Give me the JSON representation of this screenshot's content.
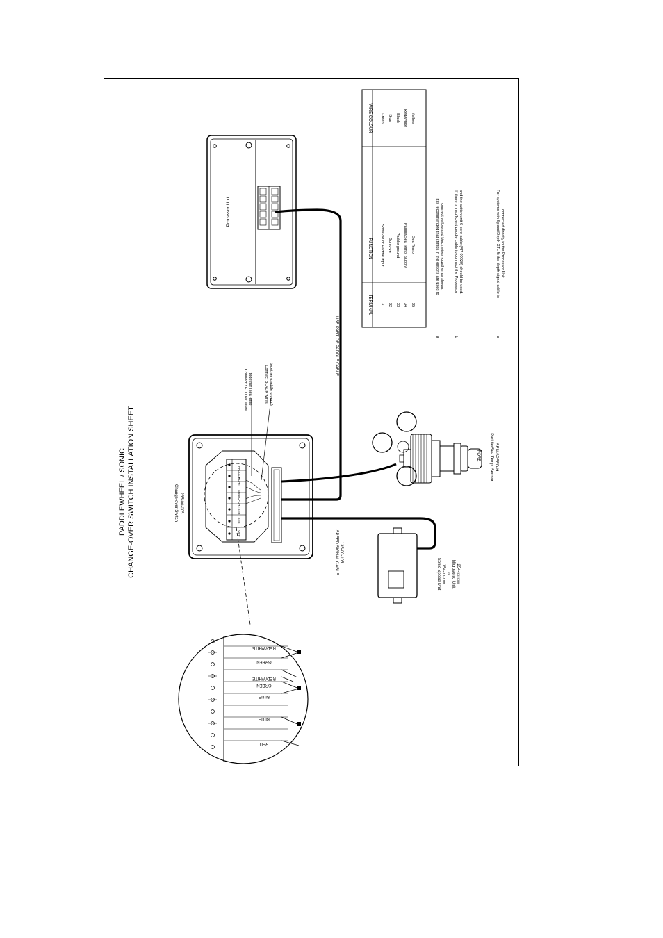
{
  "title": {
    "line1": "PADDLEWHEEL / SONIC",
    "line2": "CHANGE-OVER SWITCH INSTALLATION SHEET"
  },
  "processor": {
    "label": "Processor Unit"
  },
  "switch": {
    "label": "Change-over Switch",
    "part": "235-00-005",
    "terminals": [
      "PADDLE",
      "PORT",
      "SONIC",
      "PORT",
      "STB",
      "STB",
      "OFF"
    ]
  },
  "notes_callouts": {
    "yellow": [
      "Connect YELLOW wires",
      "together (seaTemp)"
    ],
    "black": [
      "Connect BLACK wires",
      "together (paddle ground)"
    ]
  },
  "cables": {
    "paddle": "USE PART OF PADDLE CABLE",
    "speed_signal": [
      "SPEED SIGNAL CABLE",
      "135-00-105"
    ]
  },
  "sonic_unit": {
    "lines": [
      "Sonic Speed Unit",
      "154-xx-xxx",
      "or",
      "Microsonic Unit",
      "254-xx-xxx"
    ]
  },
  "sensor": {
    "label": [
      "Paddle/Sea Temp. Sensor",
      "SEN-SPEED-H"
    ],
    "tag": "FORE"
  },
  "detail_wires": [
    "RED/WHITE",
    "GREEN",
    "RED/WHITE",
    "GREEN",
    "BLUE",
    "BLUE",
    "RED"
  ],
  "table": {
    "headers": [
      "TERMINAL",
      "FUNCTION",
      "WIRE COLOUR"
    ],
    "rows": [
      [
        "31",
        "Sonic-ve or Paddle input",
        "Green"
      ],
      [
        "32",
        "Sonic-ve",
        "Blue"
      ],
      [
        "33",
        "Paddle ground",
        "Black"
      ],
      [
        "34",
        "Paddle/Sea Temp. Supply",
        "Red/White"
      ],
      [
        "35",
        "Sea Temp.",
        "Yellow"
      ]
    ]
  },
  "notes": [
    {
      "mark": "a",
      "lines": [
        "It is recommended that crimps in the options are used to",
        "connect yellow and black wires together as shown."
      ]
    },
    {
      "mark": "b",
      "lines": [
        "If there is insufficient paddle cable to connect the Processor",
        "and the switch unit 6-core cable (AP-00020) should be used."
      ]
    },
    {
      "mark": "c",
      "lines": [
        "For systems with Speed/Depth XTL fit the depth signal cable to",
        "connected directly to the Processor Unit."
      ]
    }
  ]
}
